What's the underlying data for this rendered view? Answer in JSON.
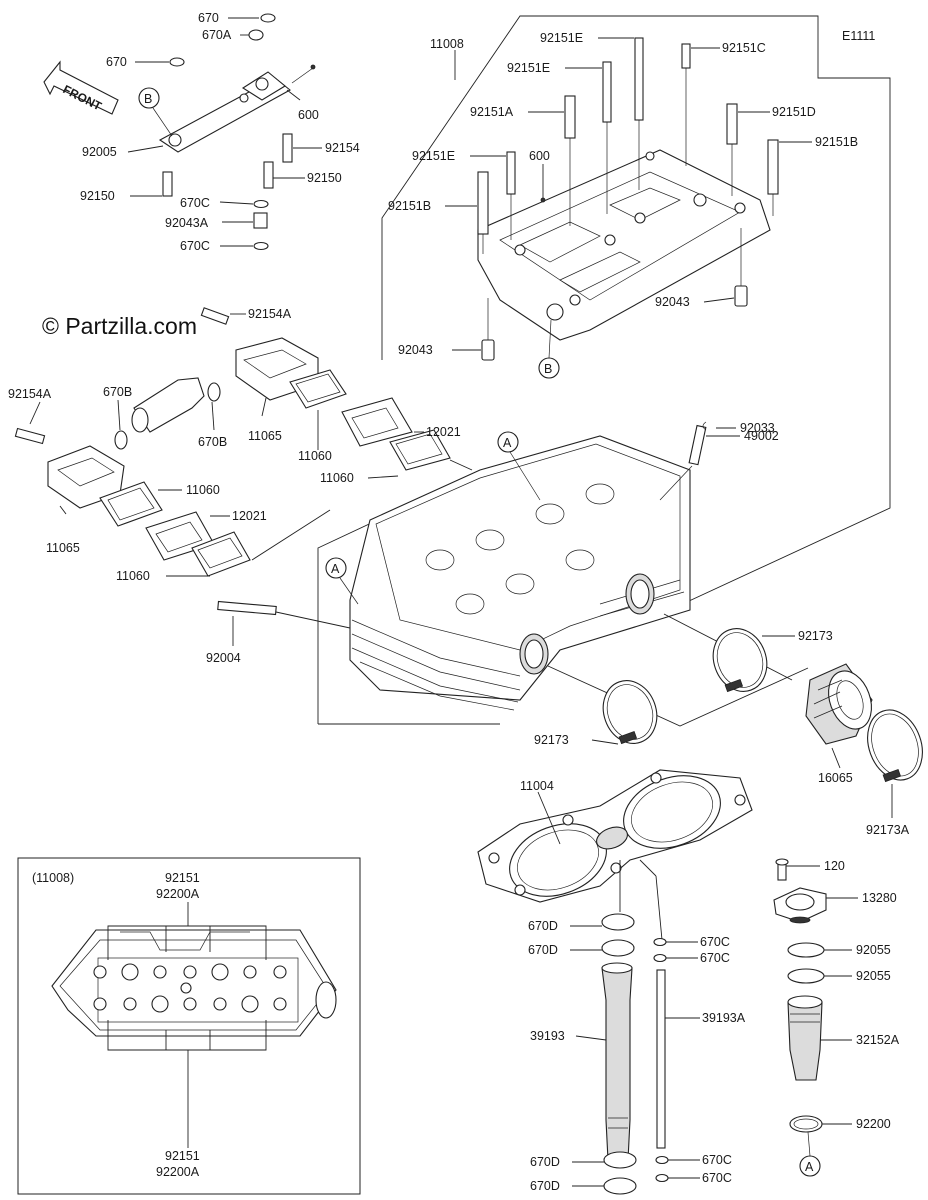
{
  "diagram_code": "E1111",
  "watermark": "© Partzilla.com",
  "front_label": "FRONT",
  "inset_title": "(11008)",
  "callouts": {
    "A": "A",
    "B": "B"
  },
  "labels": {
    "l670_top": "670",
    "l670a": "670A",
    "l670_left": "670",
    "l600_top": "600",
    "l92005": "92005",
    "l92154": "92154",
    "l92150_left": "92150",
    "l92150_right": "92150",
    "l670c_1": "670C",
    "l92043a": "92043A",
    "l670c_2": "670C",
    "l11008": "11008",
    "l92151e_1": "92151E",
    "l92151c": "92151C",
    "l92151e_2": "92151E",
    "l92151a": "92151A",
    "l92151d": "92151D",
    "l92151e_3": "92151E",
    "l600_mid": "600",
    "l92151b_right": "92151B",
    "l92151b_left": "92151B",
    "l92043_right": "92043",
    "l92043_left": "92043",
    "l92154a_top": "92154A",
    "l92154a_left": "92154A",
    "l670b_1": "670B",
    "l670b_2": "670B",
    "l11065_1": "11065",
    "l11065_2": "11065",
    "l11060_1": "11060",
    "l11060_2": "11060",
    "l11060_3": "11060",
    "l11060_4": "11060",
    "l12021_1": "12021",
    "l12021_2": "12021",
    "l92033": "92033",
    "l49002": "49002",
    "l92004": "92004",
    "l92173_1": "92173",
    "l92173_2": "92173",
    "l16065": "16065",
    "l92173a": "92173A",
    "l11004": "11004",
    "l120": "120",
    "l13280": "13280",
    "l670d_1": "670D",
    "l670d_2": "670D",
    "l670c_3": "670C",
    "l670c_4": "670C",
    "l92055_1": "92055",
    "l92055_2": "92055",
    "l39193": "39193",
    "l39193a": "39193A",
    "l32152a": "32152A",
    "l92200": "92200",
    "l670d_3": "670D",
    "l670d_4": "670D",
    "l670c_5": "670C",
    "l670c_6": "670C",
    "inset_92151_top": "92151",
    "inset_92200a_top": "92200A",
    "inset_92151_bottom": "92151",
    "inset_92200a_bottom": "92200A"
  }
}
